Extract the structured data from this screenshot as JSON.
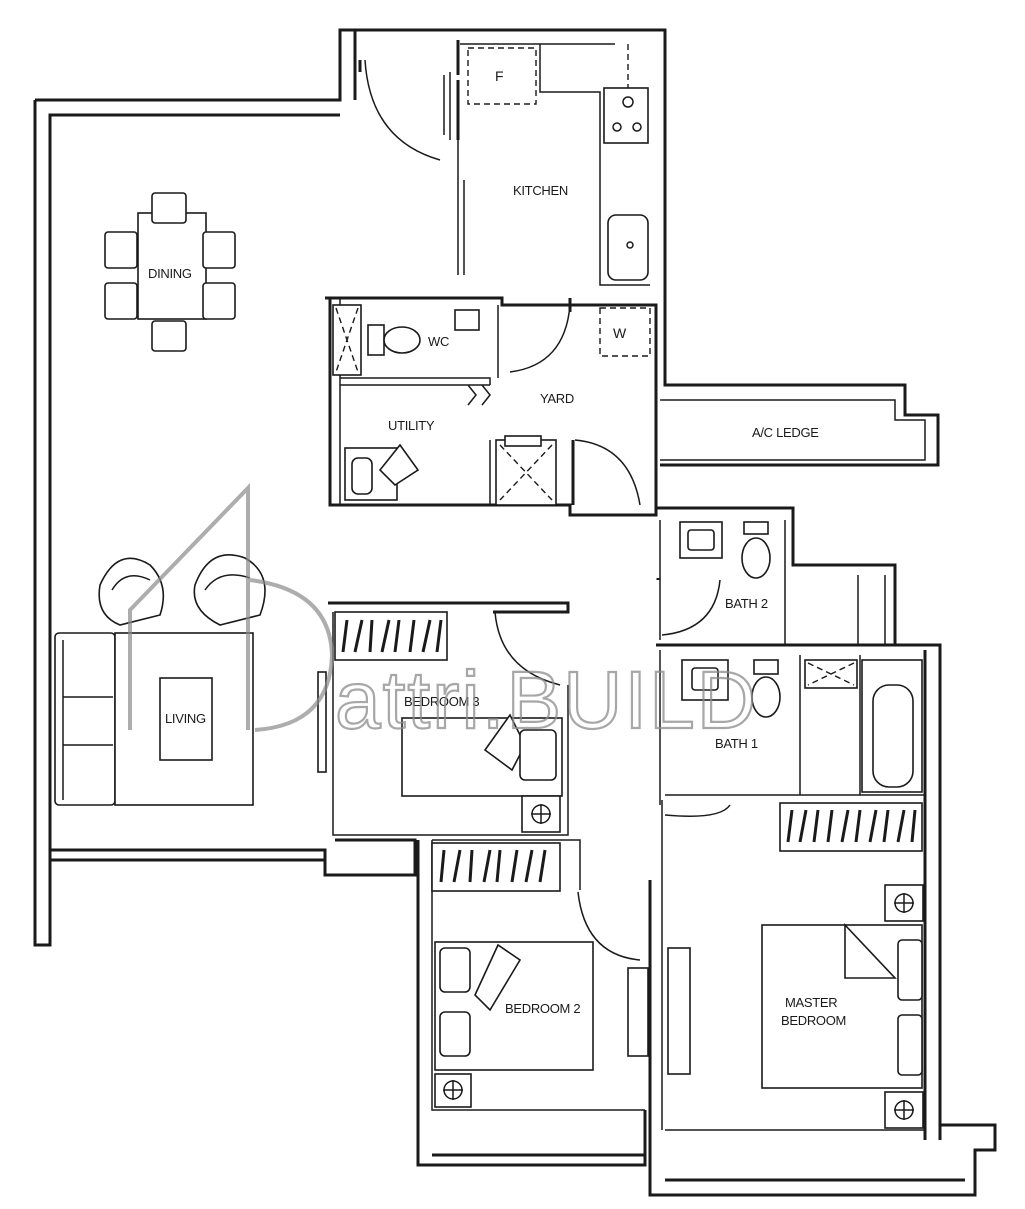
{
  "rooms": {
    "kitchen": "KITCHEN",
    "dining": "DINING",
    "wc": "WC",
    "yard": "YARD",
    "utility": "UTILITY",
    "ac_ledge": "A/C LEDGE",
    "bath2": "BATH 2",
    "bath1": "BATH 1",
    "living": "LIVING",
    "bedroom3": "BEDROOM 3",
    "bedroom2": "BEDROOM 2",
    "master_line1": "MASTER",
    "master_line2": "BEDROOM"
  },
  "appliances": {
    "fridge": "F",
    "washer": "W"
  },
  "watermark": {
    "text": "attri.BUILD"
  }
}
